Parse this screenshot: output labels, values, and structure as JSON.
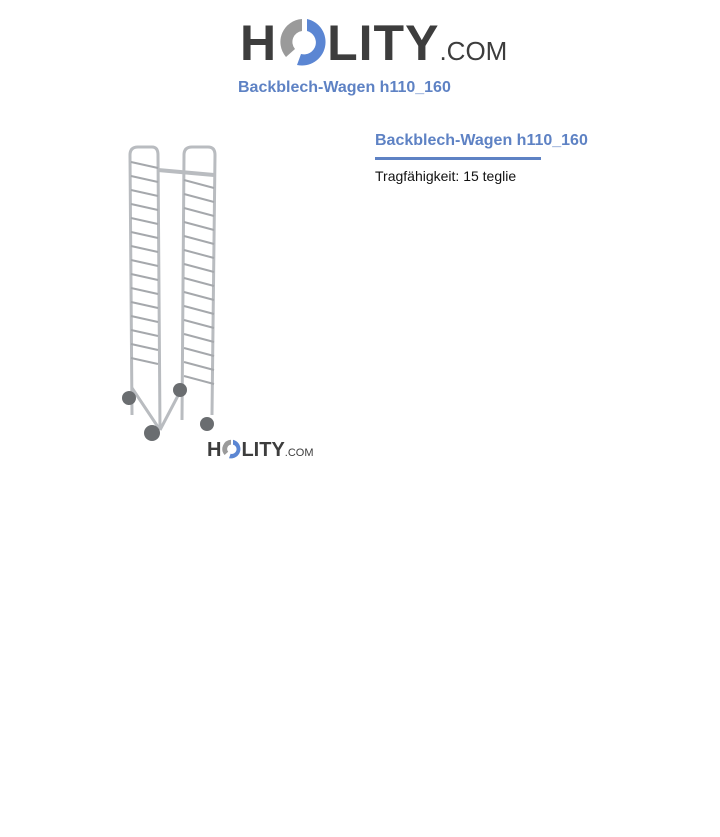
{
  "header": {
    "logo": {
      "prefix": "H",
      "suffix": "LITY",
      "domain": ".COM",
      "colors": {
        "text": "#3d3d3d",
        "accent_blue": "#5b86d3",
        "accent_gray": "#9a9a9a"
      }
    }
  },
  "page_title": "Backblech-Wagen h110_160",
  "product": {
    "image_alt": "tray-trolley-image",
    "watermark": {
      "prefix": "H",
      "suffix": "LITY",
      "domain": ".COM"
    },
    "title": "Backblech-Wagen h110_160",
    "spec_label": "Tragfähigkeit:",
    "spec_value": "15 teglie",
    "spec_text": "Tragfähigkeit: 15 teglie"
  },
  "colors": {
    "title": "#5e82c4",
    "body_text": "#111111",
    "background": "#ffffff"
  }
}
